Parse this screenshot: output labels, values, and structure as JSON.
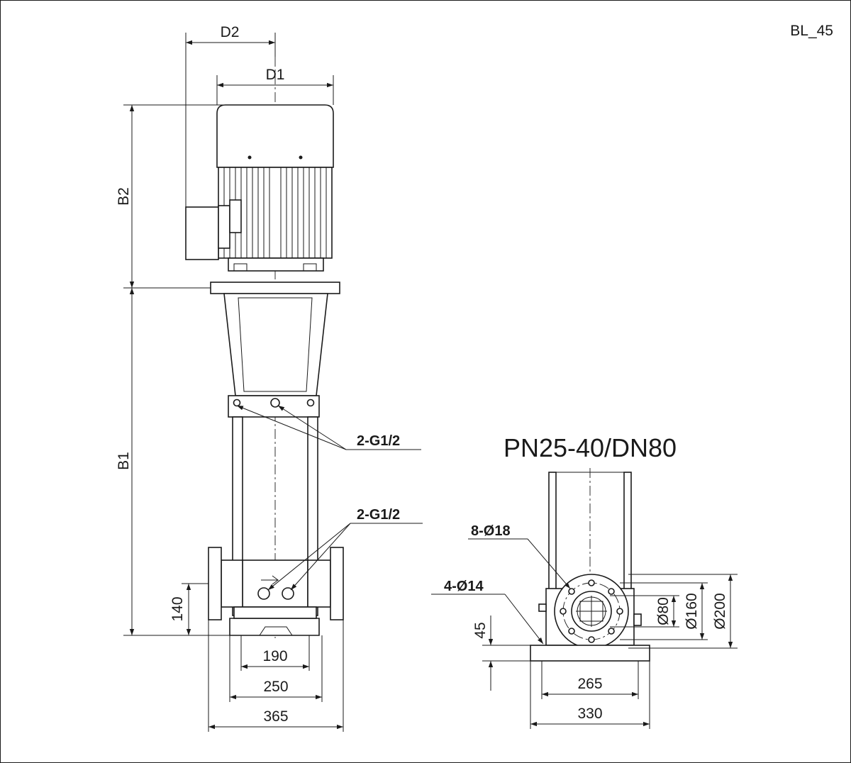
{
  "drawing_id": "BL_45",
  "flange_spec": "PN25-40/DN80",
  "dims": {
    "d2": "D2",
    "d1": "D1",
    "b2": "B2",
    "b1": "B1",
    "h140": "140",
    "w190": "190",
    "w250": "250",
    "w365": "365",
    "h45": "45",
    "w265": "265",
    "w330": "330",
    "dia80": "Ø80",
    "dia160": "Ø160",
    "dia200": "Ø200"
  },
  "callouts": {
    "upper_ports": "2-G1/2",
    "lower_ports": "2-G1/2",
    "flange_holes": "8-Ø18",
    "base_holes": "4-Ø14"
  }
}
